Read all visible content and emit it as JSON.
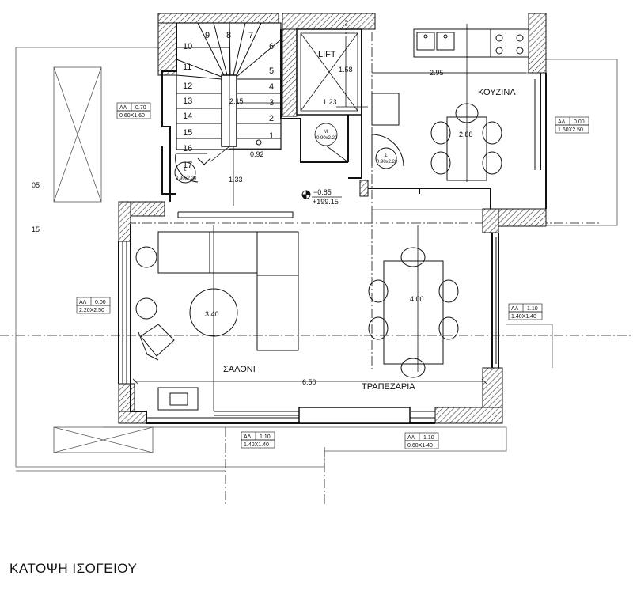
{
  "drawing_title": "ΚΑΤΟΨΗ ΙΣΟΓΕΙΟΥ",
  "rooms": {
    "lift": "LIFT",
    "kitchen": "ΚΟΥΖΙΝΑ",
    "living": "ΣΑΛΟΝΙ",
    "dining": "ΤΡΑΠΕΖΑΡΙΑ"
  },
  "stair_steps": [
    "1",
    "2",
    "3",
    "4",
    "5",
    "6",
    "7",
    "8",
    "9",
    "10",
    "11",
    "12",
    "13",
    "14",
    "15",
    "16",
    "17"
  ],
  "dimensions": {
    "lift_height": "1.58",
    "lift_width": "1.23",
    "stair_width": "2.15",
    "stair_landing": "0.92",
    "hall_height": "1.33",
    "kitchen_width": "2.95",
    "kitchen_height": "2.88",
    "living_height": "3.40",
    "dining_height": "4.00",
    "total_width": "6.50"
  },
  "elevation": {
    "relative": "−0.85",
    "absolute": "+199.15"
  },
  "doors": {
    "lift_door_code": "M",
    "lift_door_size": "0.90x2.20",
    "kitchen_door_code": "Σ",
    "kitchen_door_size": "0.90x2.20",
    "stair_door_code": "Σ",
    "stair_door_size": "0.90x2.20"
  },
  "windows": [
    {
      "code": "ΑΛ",
      "sill": "0.70",
      "size": "0.60X1.60"
    },
    {
      "code": "ΑΛ",
      "sill": "0.00",
      "size": "1.60X2.50"
    },
    {
      "code": "ΑΛ",
      "sill": "0.00",
      "size": "2.20X2.50"
    },
    {
      "code": "ΑΛ",
      "sill": "1.10",
      "size": "1.40X1.40"
    },
    {
      "code": "ΑΛ",
      "sill": "1.10",
      "size": "1.40X1.40"
    },
    {
      "code": "ΑΛ",
      "sill": "1.10",
      "size": "0.60X1.40"
    }
  ],
  "margin_marks": [
    "05",
    "15"
  ]
}
